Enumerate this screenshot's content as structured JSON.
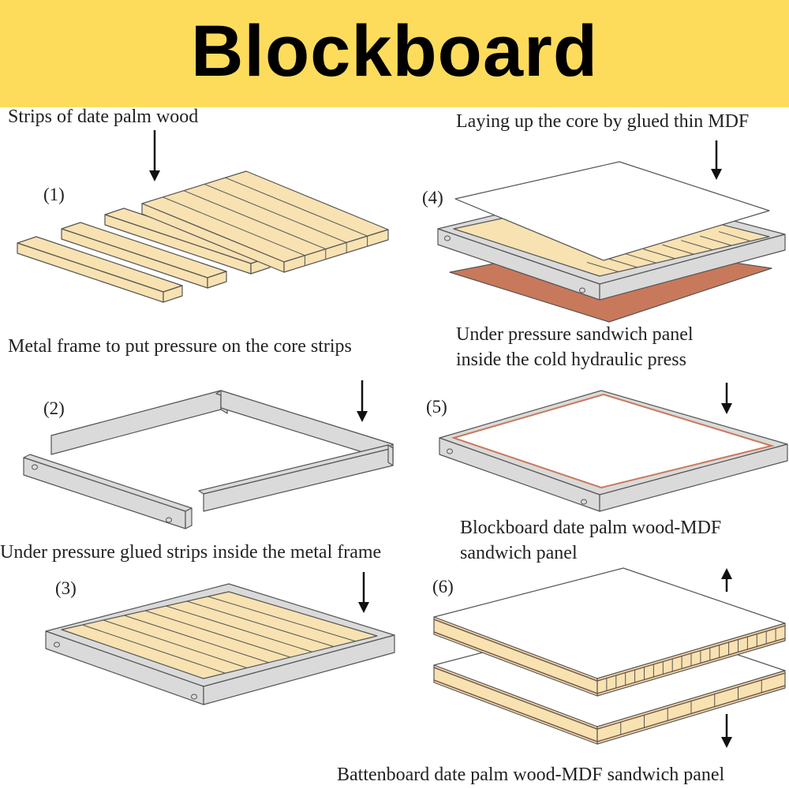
{
  "title": "Blockboard",
  "colors": {
    "banner": "#FDDC5C",
    "wood": "#F8E2B2",
    "frame": "#DADADA",
    "mdf_bottom": "#C9795B",
    "line": "#555555"
  },
  "steps": [
    {
      "number": "(1)",
      "label": "Strips of date palm wood"
    },
    {
      "number": "(2)",
      "label": "Metal frame to put pressure on the core strips"
    },
    {
      "number": "(3)",
      "label": "Under pressure glued strips inside the metal frame"
    },
    {
      "number": "(4)",
      "label": "Laying up the core by glued thin MDF"
    },
    {
      "number": "(5)",
      "label_line1": "Under pressure sandwich panel",
      "label_line2": "inside the cold hydraulic press"
    },
    {
      "number": "(6)",
      "label_line1": "Blockboard date palm wood-MDF",
      "label_line2": "sandwich panel"
    }
  ],
  "bottom_caption": "Battenboard date palm wood-MDF sandwich panel"
}
